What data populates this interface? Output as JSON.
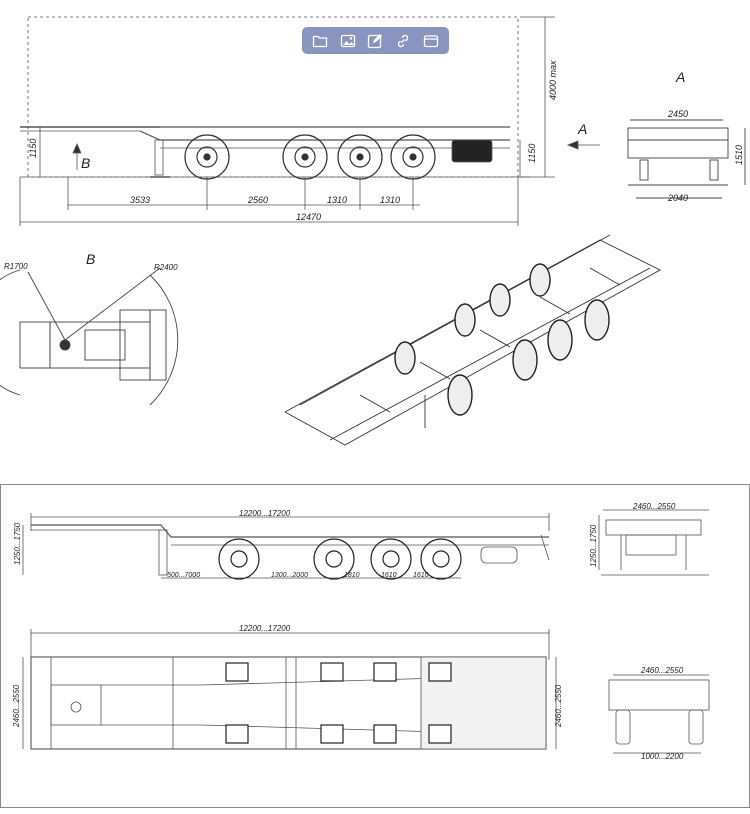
{
  "toolbar": {
    "icons": [
      "folder-icon",
      "image-icon",
      "edit-icon",
      "link-icon",
      "window-icon"
    ]
  },
  "top": {
    "side": {
      "dim_height": "4000 max",
      "dim_1150_left": "1150",
      "dim_1150_right": "1150",
      "view_b_marker": "B",
      "view_a_marker": "A",
      "dims": [
        "3533",
        "2560",
        "1310",
        "1310"
      ],
      "total": "12470"
    },
    "front": {
      "title": "A",
      "width_top": "2450",
      "width_bottom": "2040",
      "height": "1510"
    },
    "detail": {
      "title": "B",
      "r1": "R1700",
      "r2": "R2400"
    }
  },
  "bottom": {
    "side": {
      "length": "12200...17200",
      "height": "1250...1750",
      "dim_a": "500...7000",
      "dim_b": "1300...2000",
      "dim_c": "1810",
      "dim_d": "1610",
      "dim_e": "1610"
    },
    "front": {
      "width": "2460...2550",
      "height": "1250...1750"
    },
    "plan": {
      "length": "12200...17200",
      "width_left": "2460...2550",
      "width_right": "2460...2550"
    },
    "rear": {
      "width_top": "2460...2550",
      "width_bottom": "1000...2200"
    }
  }
}
